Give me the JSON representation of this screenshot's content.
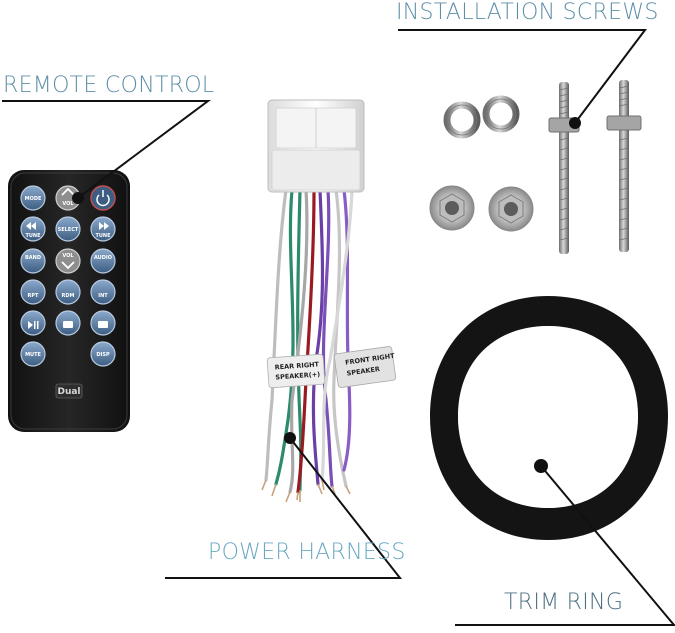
{
  "callouts": {
    "installation_screws": "INSTALLATION SCREWS",
    "remote_control": "REMOTE CONTROL",
    "power_harness": "POWER HARNESS",
    "trim_ring": "TRIM RING"
  },
  "remote": {
    "brand": "Dual",
    "keys": {
      "mode": "MODE",
      "vol_up": "VOL",
      "select": "SELECT",
      "tune_left": "TUNE",
      "tune_right": "TUNE",
      "band": "BAND",
      "vol_down": "VOL",
      "audio": "AUDIO",
      "rpt": "RPT",
      "rdm": "RDM",
      "int": "INT",
      "mute": "MUTE",
      "disp": "DISP"
    }
  },
  "harness": {
    "tag_left_line1": "REAR RIGHT",
    "tag_left_line2": "SPEAKER(+)",
    "tag_right_line1": "FRONT RIGHT",
    "tag_right_line2": "SPEAKER"
  },
  "colors": {
    "callout_blue": "#5e8fa6",
    "trim_ring": "#141414",
    "remote_body": "#1a1a1a",
    "key_blue": "#6d8fb5"
  }
}
